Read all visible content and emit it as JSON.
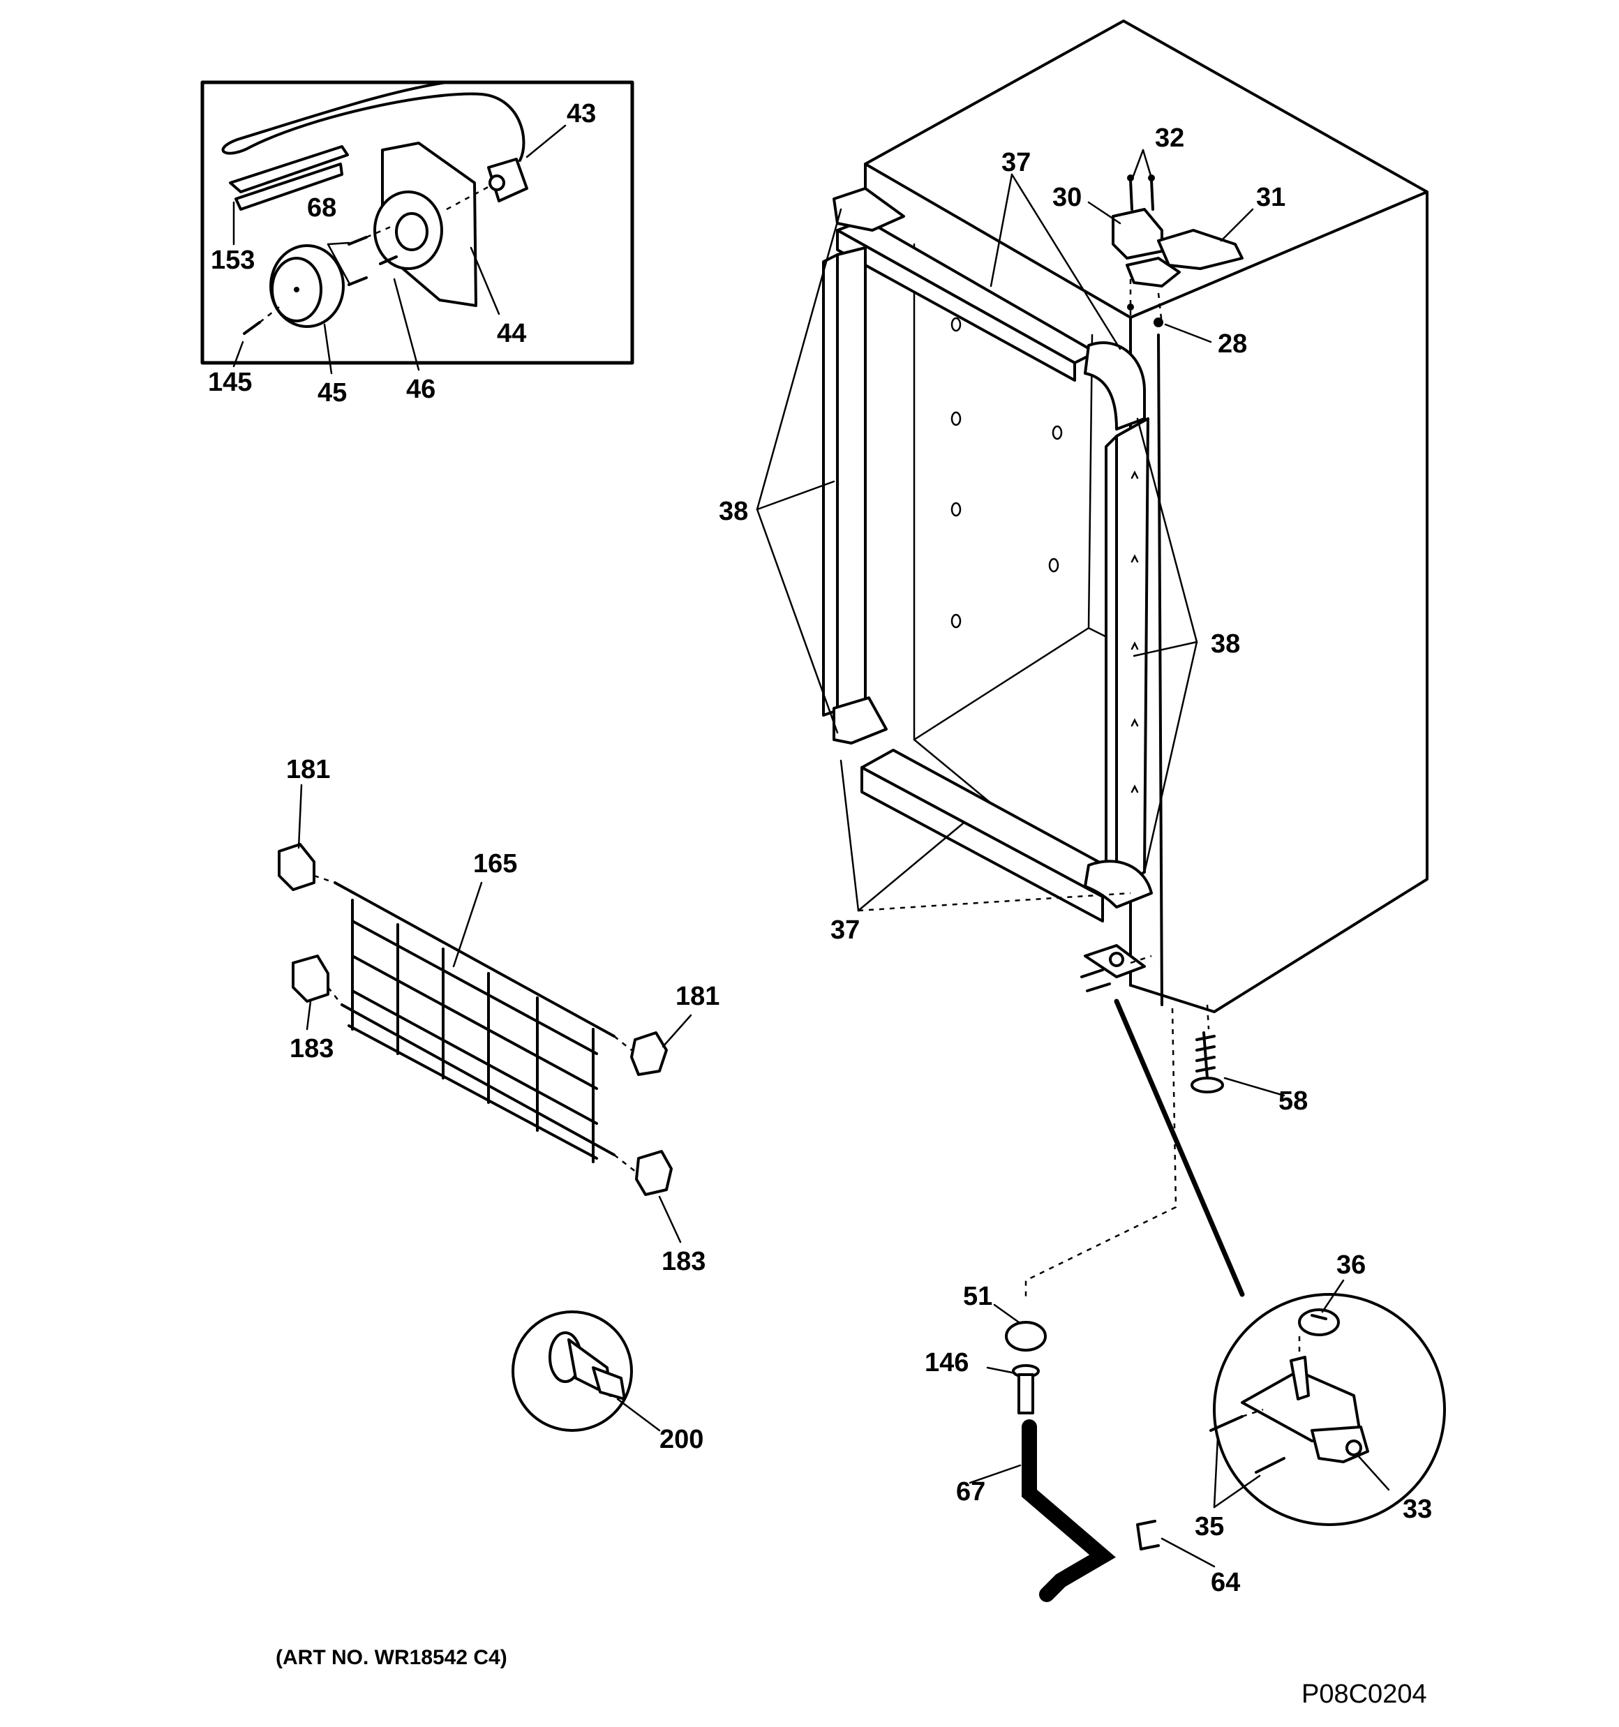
{
  "diagram": {
    "labels": {
      "l43": "43",
      "l68": "68",
      "l153": "153",
      "l44": "44",
      "l145": "145",
      "l45": "45",
      "l46": "46",
      "l37_top": "37",
      "l32": "32",
      "l30": "30",
      "l31": "31",
      "l28": "28",
      "l38_left": "38",
      "l38_right": "38",
      "l37_bottom": "37",
      "l181_top": "181",
      "l165": "165",
      "l181_right": "181",
      "l183_left": "183",
      "l183_right": "183",
      "l58": "58",
      "l36": "36",
      "l51": "51",
      "l146": "146",
      "l200": "200",
      "l67": "67",
      "l33": "33",
      "l35": "35",
      "l64": "64"
    },
    "art_number": "(ART NO. WR18542 C4)",
    "drawing_code": "P08C0204"
  }
}
